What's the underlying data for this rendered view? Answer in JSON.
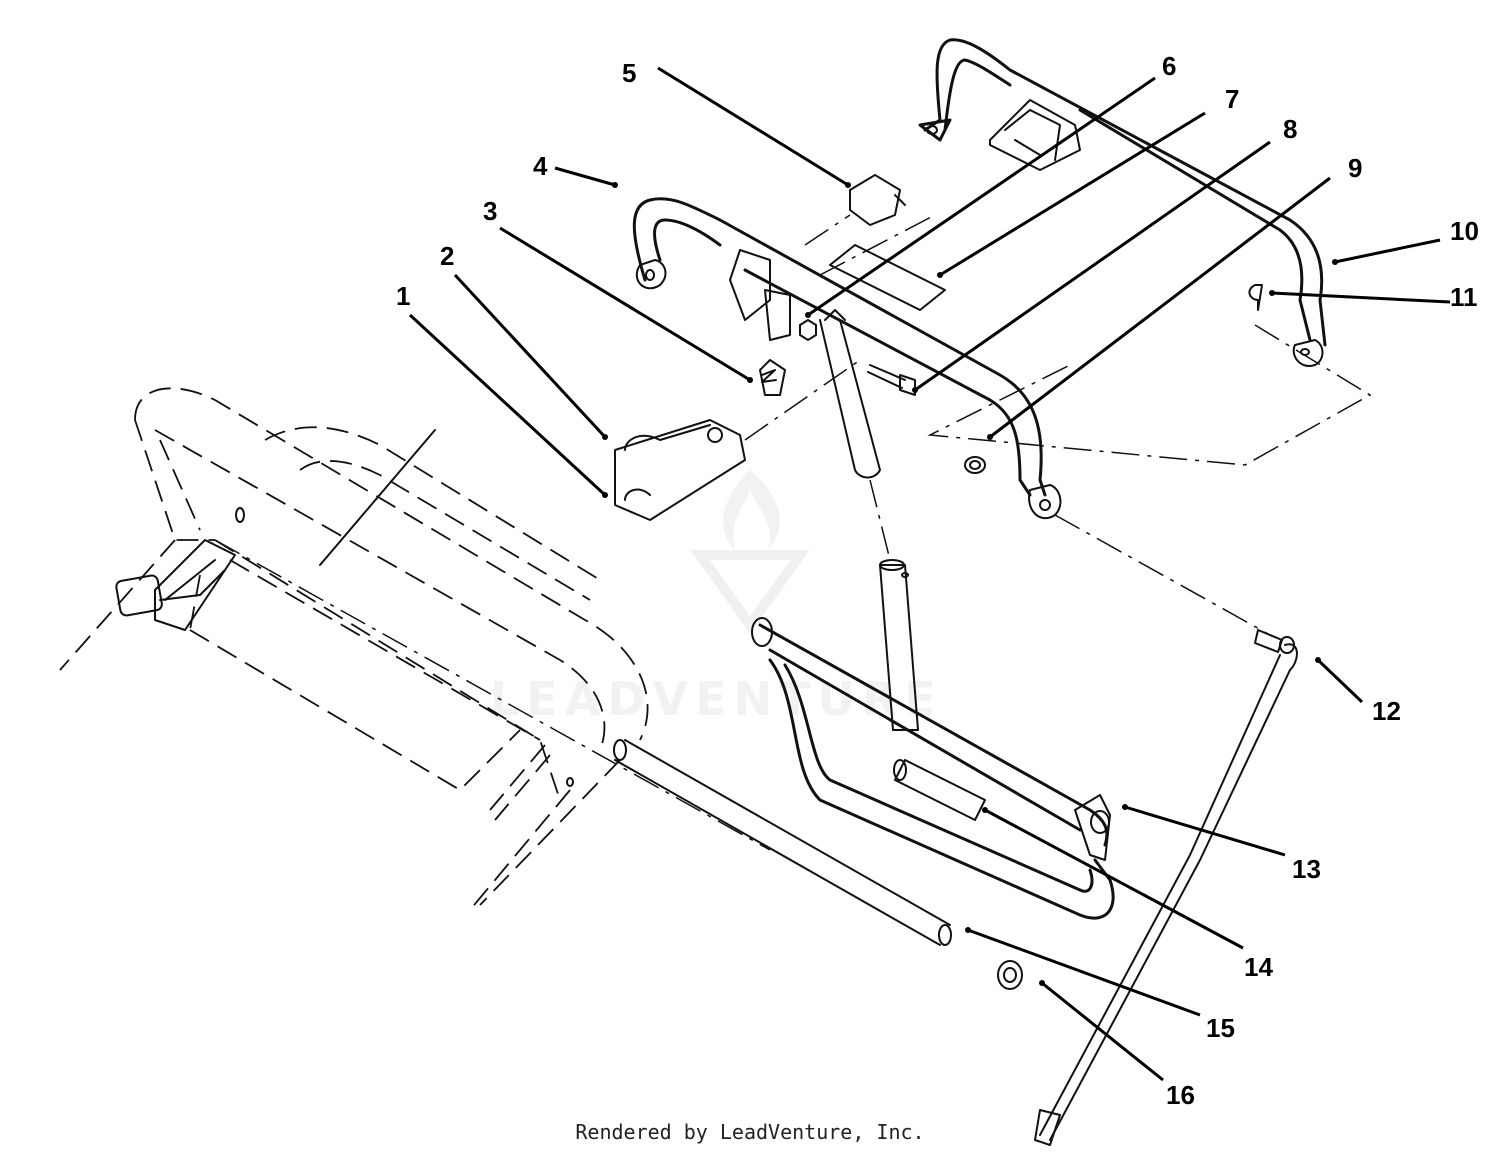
{
  "footer": {
    "credit": "Rendered by LeadVenture, Inc."
  },
  "watermark": {
    "text": "LEADVENTURE"
  },
  "callouts": [
    {
      "id": "1",
      "label": "1"
    },
    {
      "id": "2",
      "label": "2"
    },
    {
      "id": "3",
      "label": "3"
    },
    {
      "id": "4",
      "label": "4"
    },
    {
      "id": "5",
      "label": "5"
    },
    {
      "id": "6",
      "label": "6"
    },
    {
      "id": "7",
      "label": "7"
    },
    {
      "id": "8",
      "label": "8"
    },
    {
      "id": "9",
      "label": "9"
    },
    {
      "id": "10",
      "label": "10"
    },
    {
      "id": "11",
      "label": "11"
    },
    {
      "id": "12",
      "label": "12"
    },
    {
      "id": "13",
      "label": "13"
    },
    {
      "id": "14",
      "label": "14"
    },
    {
      "id": "15",
      "label": "15"
    },
    {
      "id": "16",
      "label": "16"
    }
  ]
}
